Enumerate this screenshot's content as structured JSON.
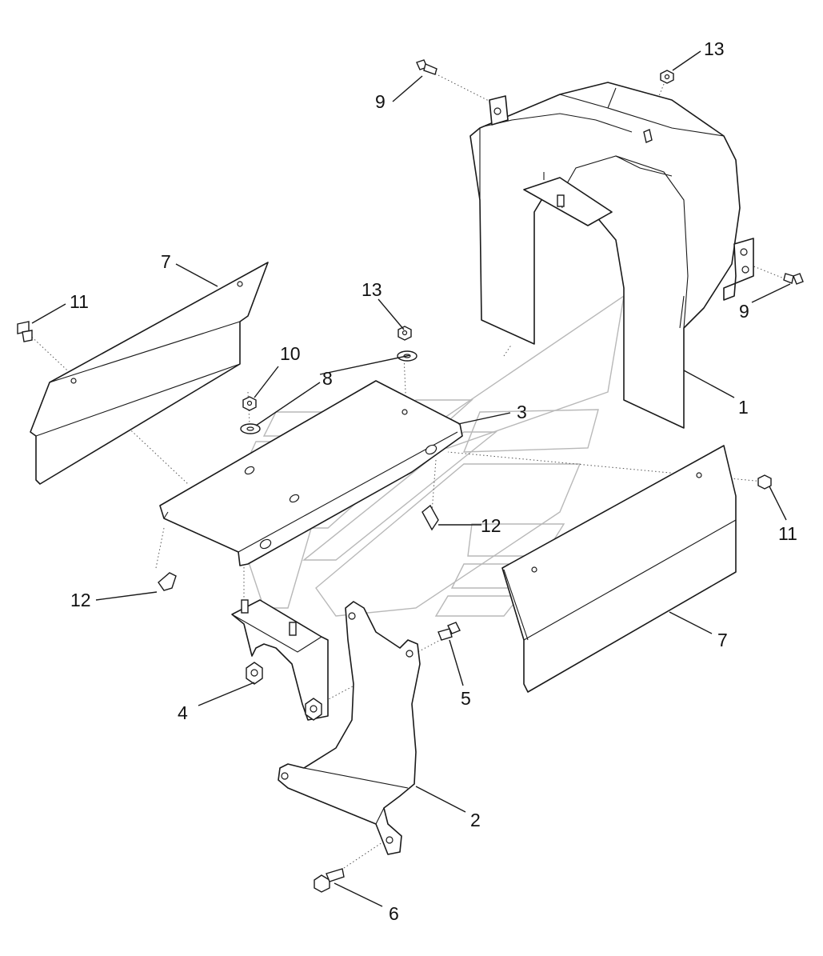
{
  "callouts": [
    {
      "id": "c1",
      "text": "1"
    },
    {
      "id": "c2",
      "text": "2"
    },
    {
      "id": "c3",
      "text": "3"
    },
    {
      "id": "c4",
      "text": "4"
    },
    {
      "id": "c5",
      "text": "5"
    },
    {
      "id": "c6",
      "text": "6"
    },
    {
      "id": "c7a",
      "text": "7"
    },
    {
      "id": "c7b",
      "text": "7"
    },
    {
      "id": "c8",
      "text": "8"
    },
    {
      "id": "c9a",
      "text": "9"
    },
    {
      "id": "c9b",
      "text": "9"
    },
    {
      "id": "c10",
      "text": "10"
    },
    {
      "id": "c11a",
      "text": "11"
    },
    {
      "id": "c11b",
      "text": "11"
    },
    {
      "id": "c12a",
      "text": "12"
    },
    {
      "id": "c12b",
      "text": "12"
    },
    {
      "id": "c13a",
      "text": "13"
    },
    {
      "id": "c13b",
      "text": "13"
    }
  ]
}
